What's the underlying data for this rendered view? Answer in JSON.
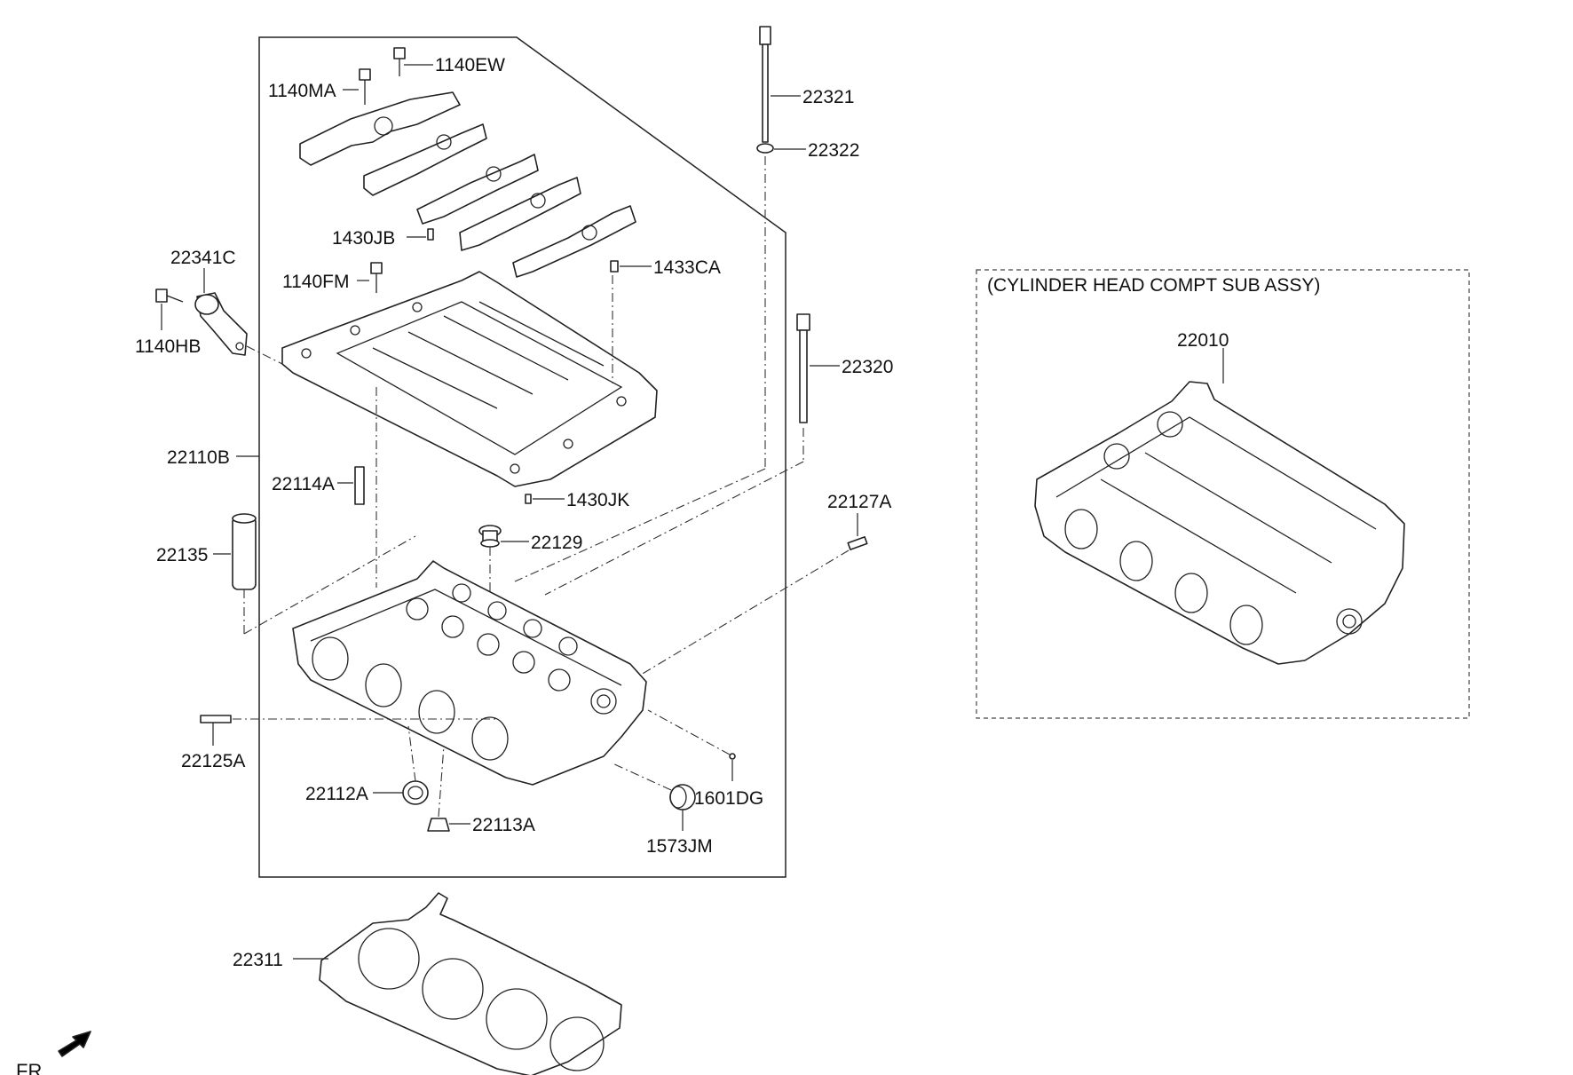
{
  "labels": {
    "p1140EW": "1140EW",
    "p1140MA": "1140MA",
    "p22321": "22321",
    "p22322": "22322",
    "p1430JB": "1430JB",
    "p1433CA": "1433CA",
    "p22341C": "22341C",
    "p1140FM": "1140FM",
    "p1140HB": "1140HB",
    "p22320": "22320",
    "p22110B": "22110B",
    "p22114A": "22114A",
    "p1430JK": "1430JK",
    "p22127A": "22127A",
    "p22135": "22135",
    "p22129": "22129",
    "p22125A": "22125A",
    "p22112A": "22112A",
    "p22113A": "22113A",
    "p1601DG": "1601DG",
    "p1573JM": "1573JM",
    "p22311": "22311",
    "p22010": "22010"
  },
  "subassy_title": "(CYLINDER HEAD COMPT SUB ASSY)",
  "front_marker": "FR."
}
